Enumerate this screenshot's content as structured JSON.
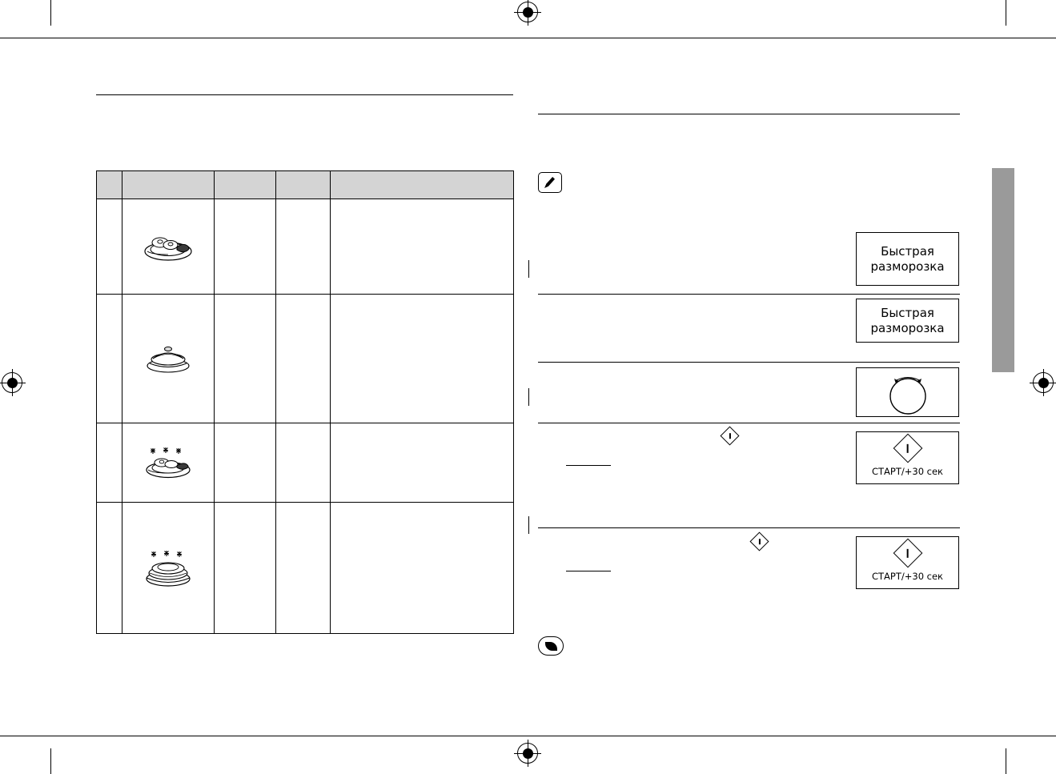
{
  "document": {
    "kind": "printed-manual-page",
    "language": "ru"
  },
  "left": {
    "table": {
      "headers": [
        "",
        "",
        "",
        "",
        ""
      ],
      "rows": [
        {
          "icon": "plate-with-eggs-icon",
          "cells": [
            "",
            "",
            ""
          ]
        },
        {
          "icon": "covered-bowl-icon",
          "cells": [
            "",
            "",
            ""
          ]
        },
        {
          "icon": "plate-with-steam-icon",
          "cells": [
            "",
            "",
            ""
          ]
        },
        {
          "icon": "stacked-plates-with-steam-icon",
          "cells": [
            "",
            "",
            ""
          ]
        }
      ]
    }
  },
  "right": {
    "buttons": {
      "quick_defrost_1": {
        "line1": "Быстрая",
        "line2": "разморозка"
      },
      "quick_defrost_2": {
        "line1": "Быстрая",
        "line2": "разморозка"
      },
      "dial": {
        "icon": "rotary-dial-icon",
        "label": ""
      },
      "start_1": {
        "icon": "start-diamond-icon",
        "label": "СТАРТ/+30 сек"
      },
      "start_2": {
        "icon": "start-diamond-icon",
        "label": "СТАРТ/+30 сек"
      }
    },
    "notes": {
      "note_icon_1": "note-pen-icon",
      "note_icon_2": "note-leaf-icon"
    }
  },
  "marks": {
    "registration": "registration-target",
    "edge_tab_color": "#9a9a9a"
  }
}
